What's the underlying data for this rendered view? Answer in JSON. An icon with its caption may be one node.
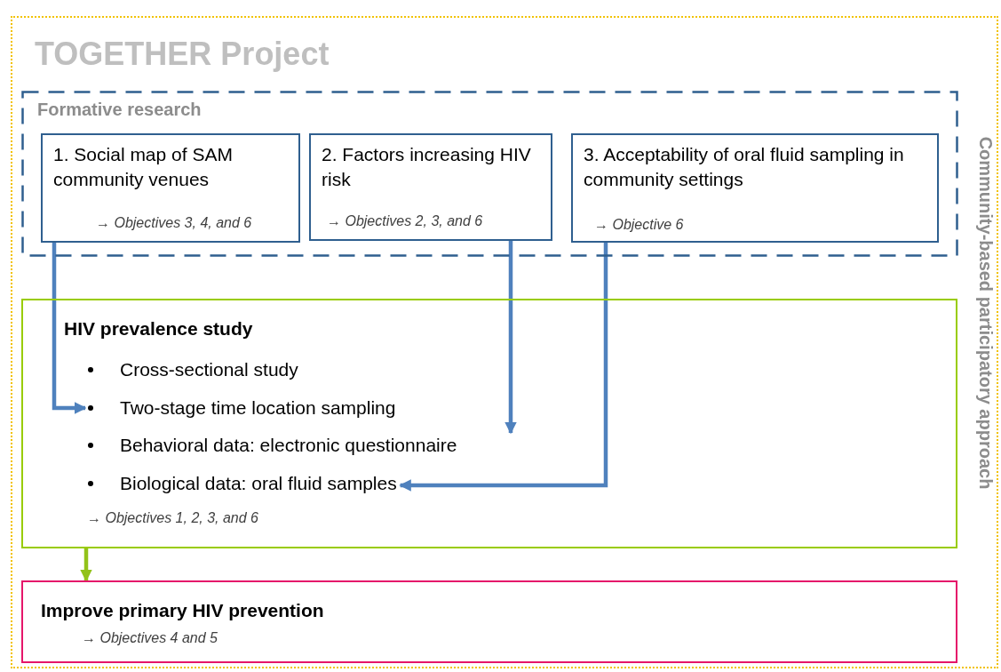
{
  "diagram": {
    "nodes": [
      {
        "text": [
          "TOGETHER Project",
          "Community-based participatory approach"
        ]
      },
      {
        "text": [
          "Formative research"
        ],
        "in": 0
      },
      {
        "text": [
          "1. Social map of SAM community venues",
          "→ Objectives 3, 4, and 6"
        ],
        "in": 1
      },
      {
        "text": [
          "2. Factors increasing HIV risk",
          "→ Objectives 2, 3, and 6"
        ],
        "in": 1
      },
      {
        "text": [
          "3. Acceptability of oral fluid sampling in community settings",
          "→ Objective 6"
        ],
        "in": 1
      },
      {
        "text": [
          "HIV prevalence study",
          "→ Objectives 1, 2, 3, and 6"
        ],
        "in": 0
      },
      {
        "text": [
          "Cross-sectional study"
        ],
        "in": 5
      },
      {
        "text": [
          "Two-stage time location sampling"
        ],
        "in": 5
      },
      {
        "text": [
          "Behavioral data: electronic questionnaire"
        ],
        "in": 5
      },
      {
        "text": [
          "Biological data: oral fluid samples"
        ],
        "in": 5
      },
      {
        "text": [
          "Improve primary HIV prevention",
          "→ Objectives 4 and 5"
        ],
        "in": 0
      }
    ],
    "edges": [
      {
        "from": 2,
        "to": 7,
        "arrow": "to"
      },
      {
        "from": 3,
        "to": 8,
        "arrow": "to"
      },
      {
        "from": 4,
        "to": 9,
        "arrow": "to"
      },
      {
        "from": 5,
        "to": 10,
        "arrow": "to",
        "color": "#92c21a"
      }
    ]
  }
}
